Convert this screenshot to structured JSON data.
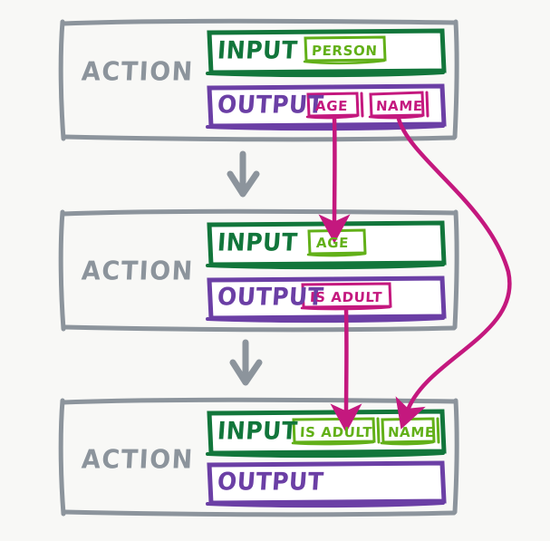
{
  "diagram": {
    "title": "Action input/output data flow",
    "background_color": "#f8f8f6",
    "colors": {
      "frame_grey": "#8c949c",
      "input_green": "#12763b",
      "output_purple": "#6b3fa5",
      "tag_lime": "#62b018",
      "tag_magenta": "#c4187e",
      "flow_arrow_magenta": "#c4187e",
      "step_arrow_grey": "#8c949c"
    },
    "blocks": [
      {
        "id": "action-1",
        "label": "ACTION",
        "input": {
          "label": "INPUT",
          "tags": [
            {
              "text": "PERSON",
              "color": "tag_lime"
            }
          ]
        },
        "output": {
          "label": "OUTPUT",
          "tags": [
            {
              "text": "AGE",
              "color": "tag_magenta"
            },
            {
              "text": "NAME",
              "color": "tag_magenta"
            }
          ]
        }
      },
      {
        "id": "action-2",
        "label": "ACTION",
        "input": {
          "label": "INPUT",
          "tags": [
            {
              "text": "AGE",
              "color": "tag_lime"
            }
          ]
        },
        "output": {
          "label": "OUTPUT",
          "tags": [
            {
              "text": "IS ADULT",
              "color": "tag_magenta"
            }
          ]
        }
      },
      {
        "id": "action-3",
        "label": "ACTION",
        "input": {
          "label": "INPUT",
          "tags": [
            {
              "text": "IS ADULT",
              "color": "tag_lime"
            },
            {
              "text": "NAME",
              "color": "tag_lime"
            }
          ]
        },
        "output": {
          "label": "OUTPUT",
          "tags": []
        }
      }
    ],
    "step_arrows": [
      {
        "id": "step-arrow-1",
        "from": "action-1",
        "to": "action-2"
      },
      {
        "id": "step-arrow-2",
        "from": "action-2",
        "to": "action-3"
      }
    ],
    "flow_arrows": [
      {
        "id": "flow-age",
        "from": "AGE",
        "from_block": "action-1",
        "to_block": "action-2",
        "shape": "straight"
      },
      {
        "id": "flow-name",
        "from": "NAME",
        "from_block": "action-1",
        "to_block": "action-3",
        "shape": "curved"
      },
      {
        "id": "flow-is-adult",
        "from": "IS ADULT",
        "from_block": "action-2",
        "to_block": "action-3",
        "shape": "straight"
      }
    ]
  }
}
